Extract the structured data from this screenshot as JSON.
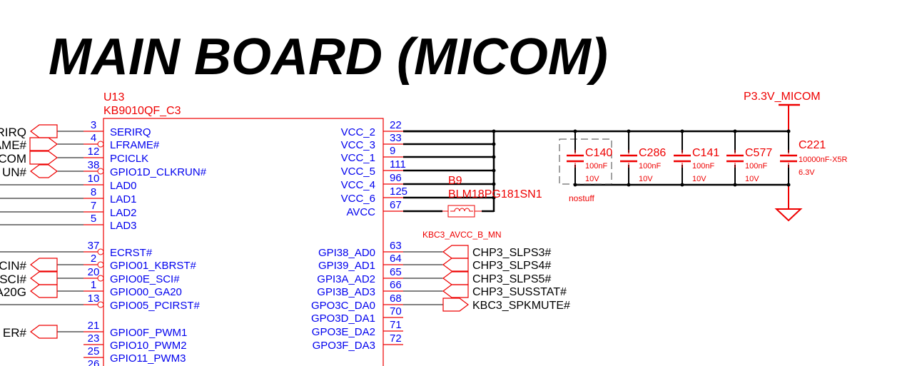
{
  "title": "MAIN BOARD (MICOM)",
  "chip": {
    "ref": "U13",
    "part": "KB9010QF_C3",
    "left_pins": [
      {
        "num": "3",
        "name": "SERIRQ",
        "bubble": false,
        "net": "RIRQ",
        "conn": "in"
      },
      {
        "num": "4",
        "name": "LFRAME#",
        "bubble": true,
        "net": "AME#",
        "conn": "out"
      },
      {
        "num": "12",
        "name": "PCICLK",
        "bubble": false,
        "net": "COM",
        "conn": "out"
      },
      {
        "num": "38",
        "name": "GPIO1D_CLKRUN#",
        "bubble": true,
        "net": "UN#",
        "conn": "bi"
      },
      {
        "num": "10",
        "name": "LAD0",
        "bubble": false,
        "net": "",
        "conn": "none"
      },
      {
        "num": "8",
        "name": "LAD1",
        "bubble": false,
        "net": "",
        "conn": "none"
      },
      {
        "num": "7",
        "name": "LAD2",
        "bubble": false,
        "net": "",
        "conn": "none"
      },
      {
        "num": "5",
        "name": "LAD3",
        "bubble": false,
        "net": "",
        "conn": "none"
      },
      {
        "num": "37",
        "name": "ECRST#",
        "bubble": true,
        "net": "",
        "conn": "none"
      },
      {
        "num": "2",
        "name": "GPIO01_KBRST#",
        "bubble": true,
        "net": "CIN#",
        "conn": "in"
      },
      {
        "num": "20",
        "name": "GPIO0E_SCI#",
        "bubble": true,
        "net": "SCI#",
        "conn": "in"
      },
      {
        "num": "1",
        "name": "GPIO00_GA20",
        "bubble": false,
        "net": "A20G",
        "conn": "in"
      },
      {
        "num": "13",
        "name": "GPIO05_PCIRST#",
        "bubble": true,
        "net": "",
        "conn": "none"
      },
      {
        "num": "21",
        "name": "GPIO0F_PWM1",
        "bubble": false,
        "net": "ER#",
        "conn": "in"
      },
      {
        "num": "23",
        "name": "GPIO10_PWM2",
        "bubble": false,
        "net": "",
        "conn": "nowire"
      },
      {
        "num": "25",
        "name": "GPIO11_PWM3",
        "bubble": false,
        "net": "",
        "conn": "nowire"
      },
      {
        "num": "26",
        "name": "",
        "bubble": false,
        "net": "",
        "conn": "nowire"
      }
    ],
    "right_pins": [
      {
        "num": "22",
        "name": "VCC_2"
      },
      {
        "num": "33",
        "name": "VCC_3"
      },
      {
        "num": "9",
        "name": "VCC_1"
      },
      {
        "num": "111",
        "name": "VCC_5"
      },
      {
        "num": "96",
        "name": "VCC_4"
      },
      {
        "num": "125",
        "name": "VCC_6"
      },
      {
        "num": "67",
        "name": "AVCC"
      },
      {
        "num": "63",
        "name": "GPI38_AD0",
        "net": "CHP3_SLPS3#",
        "conn": "in"
      },
      {
        "num": "64",
        "name": "GPI39_AD1",
        "net": "CHP3_SLPS4#",
        "conn": "in"
      },
      {
        "num": "65",
        "name": "GPI3A_AD2",
        "net": "CHP3_SLPS5#",
        "conn": "in"
      },
      {
        "num": "66",
        "name": "GPI3B_AD3",
        "net": "CHP3_SUSSTAT#",
        "conn": "in"
      },
      {
        "num": "68",
        "name": "GPO3C_DA0",
        "net": "KBC3_SPKMUTE#",
        "conn": "out"
      },
      {
        "num": "70",
        "name": "GPO3D_DA1",
        "net": "",
        "conn": "none"
      },
      {
        "num": "71",
        "name": "GPO3E_DA2",
        "net": "",
        "conn": "none"
      },
      {
        "num": "72",
        "name": "GPO3F_DA3",
        "net": "",
        "conn": "none"
      }
    ]
  },
  "bead": {
    "ref": "B9",
    "part": "BLM18PG181SN1",
    "net": "KBC3_AVCC_B_MN"
  },
  "power": {
    "label": "P3.3V_MICOM"
  },
  "caps": [
    {
      "ref": "C140",
      "value": "100nF",
      "voltage": "10V",
      "note": "nostuff"
    },
    {
      "ref": "C286",
      "value": "100nF",
      "voltage": "10V"
    },
    {
      "ref": "C141",
      "value": "100nF",
      "voltage": "10V"
    },
    {
      "ref": "C577",
      "value": "100nF",
      "voltage": "10V"
    },
    {
      "ref": "C221",
      "value": "10000nF-X5R",
      "voltage": "6.3V"
    }
  ],
  "colors": {
    "part": "#ee0000",
    "pin": "#0000ee",
    "wire": "#000000"
  }
}
